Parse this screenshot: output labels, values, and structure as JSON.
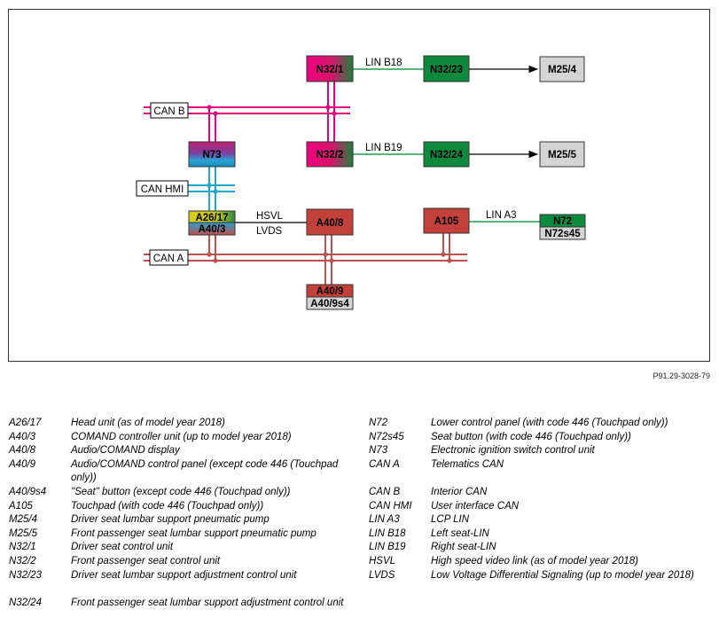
{
  "diagram": {
    "figure_id": "P91.29-3028-79",
    "buses": {
      "can_b": "CAN B",
      "can_hmi": "CAN HMI",
      "can_a": "CAN A"
    },
    "links": {
      "lin_b18": "LIN B18",
      "lin_b19": "LIN B19",
      "lin_a3": "LIN A3",
      "hsvl": "HSVL",
      "lvds": "LVDS"
    },
    "nodes": {
      "n32_1": "N32/1",
      "n32_2": "N32/2",
      "n32_23": "N32/23",
      "n32_24": "N32/24",
      "m25_4": "M25/4",
      "m25_5": "M25/5",
      "n73": "N73",
      "a26_17": "A26/17",
      "a40_3": "A40/3",
      "a40_8": "A40/8",
      "a40_9": "A40/9",
      "a40_9s4": "A40/9s4",
      "a105": "A105",
      "n72": "N72",
      "n72s45": "N72s45"
    },
    "colors": {
      "can_b": "#e5007d",
      "can_hmi": "#1ea8d0",
      "can_a": "#c0504d",
      "lin": "#1e9e4a",
      "green_box": "#0e8a3e",
      "red_box": "#c4403a",
      "gray_box": "#d4d4d4"
    }
  },
  "legend": {
    "left": [
      {
        "code": "A26/17",
        "desc": "Head unit (as of model year 2018)"
      },
      {
        "code": "A40/3",
        "desc": "COMAND controller unit (up to model year 2018)"
      },
      {
        "code": "A40/8",
        "desc": "Audio/COMAND display"
      },
      {
        "code": "A40/9",
        "desc": "Audio/COMAND control panel (except code 446 (Touchpad only))"
      },
      {
        "code": "A40/9s4",
        "desc": "\"Seat\" button (except code 446 (Touchpad only))"
      },
      {
        "code": "A105",
        "desc": "Touchpad (with code 446 (Touchpad only))"
      },
      {
        "code": "M25/4",
        "desc": "Driver seat lumbar support pneumatic pump"
      },
      {
        "code": "M25/5",
        "desc": "Front passenger seat lumbar support pneumatic pump"
      },
      {
        "code": "N32/1",
        "desc": "Driver seat control unit"
      },
      {
        "code": "N32/2",
        "desc": "Front passenger seat control unit"
      },
      {
        "code": "N32/23",
        "desc": "Driver seat lumbar support adjustment control unit"
      },
      {
        "code": "N32/24",
        "desc": "Front passenger seat lumbar support adjustment control unit"
      }
    ],
    "right": [
      {
        "code": "N72",
        "desc": "Lower control panel (with code 446 (Touchpad only))"
      },
      {
        "code": "N72s45",
        "desc": "Seat button (with code 446 (Touchpad only))"
      },
      {
        "code": "N73",
        "desc": "Electronic ignition switch control unit"
      },
      {
        "code": "CAN A",
        "desc": "Telematics CAN"
      },
      {
        "code": "CAN B",
        "desc": "Interior CAN"
      },
      {
        "code": "CAN HMI",
        "desc": "User interface CAN"
      },
      {
        "code": "LIN A3",
        "desc": "LCP LIN"
      },
      {
        "code": "LIN B18",
        "desc": "Left seat-LIN"
      },
      {
        "code": "LIN B19",
        "desc": "Right seat-LIN"
      },
      {
        "code": "HSVL",
        "desc": "High speed video link (as of model year 2018)"
      },
      {
        "code": "LVDS",
        "desc": "Low Voltage Differential Signaling (up to model year 2018)"
      }
    ]
  }
}
